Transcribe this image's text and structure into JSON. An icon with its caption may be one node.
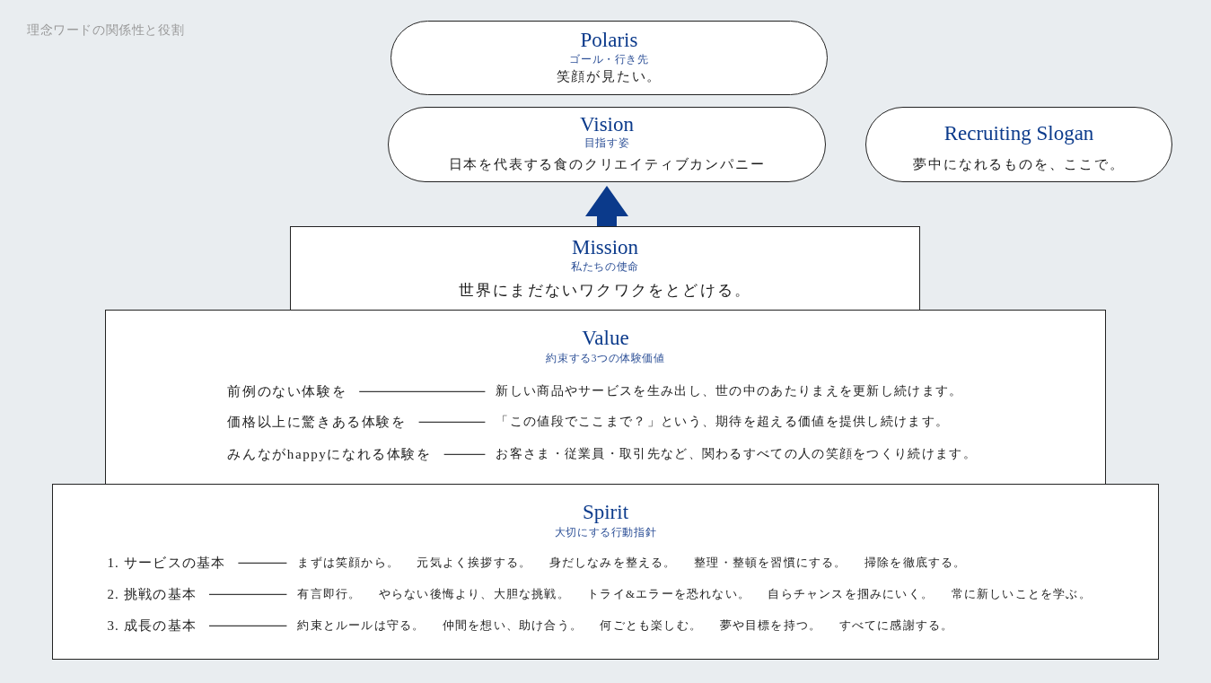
{
  "diagram": {
    "title": "理念ワードの関係性と役割",
    "nodes": [
      {
        "text": [
          "Polaris",
          "ゴール・行き先",
          "笑顔が見たい。"
        ]
      },
      {
        "text": [
          "Vision",
          "目指す姿",
          "日本を代表する食のクリエイティブカンパニー"
        ]
      },
      {
        "text": [
          "Recruiting Slogan",
          "夢中になれるものを、ここで。"
        ]
      },
      {
        "text": [
          "Mission",
          "私たちの使命",
          "世界にまだないワクワクをとどける。"
        ]
      },
      {
        "text": [
          "Value",
          "約束する3つの体験価値"
        ]
      },
      {
        "text": [
          "前例のない体験を"
        ],
        "in": 4
      },
      {
        "text": [
          "新しい商品やサービスを生み出し、世の中のあたりまえを更新し続けます。"
        ],
        "in": 4
      },
      {
        "text": [
          "価格以上に驚きある体験を"
        ],
        "in": 4
      },
      {
        "text": [
          "「この値段でここまで？」という、期待を超える価値を提供し続けます。"
        ],
        "in": 4
      },
      {
        "text": [
          "みんながhappyになれる体験を"
        ],
        "in": 4
      },
      {
        "text": [
          "お客さま・従業員・取引先など、関わるすべての人の笑顔をつくり続けます。"
        ],
        "in": 4
      },
      {
        "text": [
          "Spirit",
          "大切にする行動指針"
        ]
      },
      {
        "text": [
          "1. サービスの基本"
        ],
        "in": 11
      },
      {
        "text": [
          "まずは笑顔から。 元気よく挨拶する。 身だしなみを整える。 整理・整頓を習慣にする。 掃除を徹底する。"
        ],
        "in": 11
      },
      {
        "text": [
          "2. 挑戦の基本"
        ],
        "in": 11
      },
      {
        "text": [
          "有言即行。 やらない後悔より、大胆な挑戦。 トライ&エラーを恐れない。 自らチャンスを掴みにいく。 常に新しいことを学ぶ。"
        ],
        "in": 11
      },
      {
        "text": [
          "3. 成長の基本"
        ],
        "in": 11
      },
      {
        "text": [
          "約束とルールは守る。 仲間を想い、助け合う。 何ごとも楽しむ。 夢や目標を持つ。 すべてに感謝する。"
        ],
        "in": 11
      }
    ],
    "edges": [
      {
        "from": 3,
        "to": 1,
        "arrow": "to",
        "style": "thick",
        "color": "#0b3a8b"
      },
      {
        "from": 5,
        "to": 6,
        "arrow": "none"
      },
      {
        "from": 7,
        "to": 8,
        "arrow": "none"
      },
      {
        "from": 9,
        "to": 10,
        "arrow": "none"
      },
      {
        "from": 12,
        "to": 13,
        "arrow": "none"
      },
      {
        "from": 14,
        "to": 15,
        "arrow": "none"
      },
      {
        "from": 16,
        "to": 17,
        "arrow": "none"
      }
    ]
  }
}
